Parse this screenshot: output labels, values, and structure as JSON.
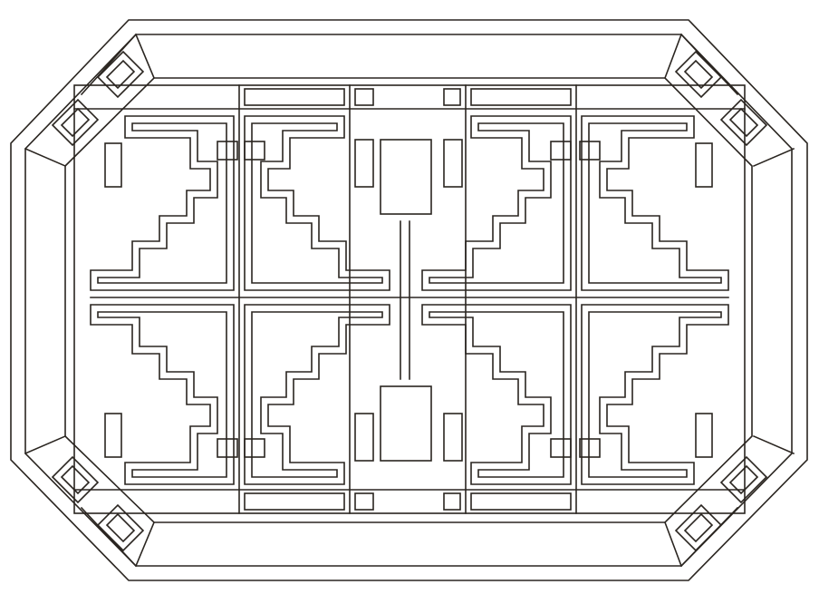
{
  "artwork": {
    "subject": "octagonal-lattice-window",
    "line_color": "#2a2520",
    "background_color": "#ffffff",
    "motifs": [
      "octagonal-frame",
      "corner-medallion",
      "stepped-fret"
    ]
  }
}
